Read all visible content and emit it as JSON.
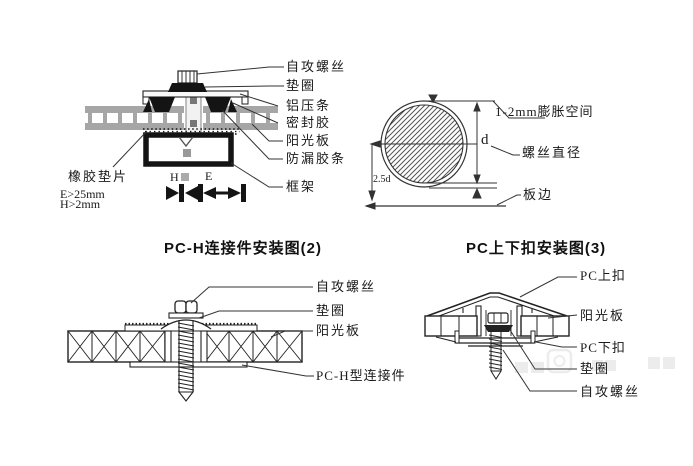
{
  "d1": {
    "right_labels": [
      "自攻螺丝",
      "垫圈",
      "铝压条",
      "密封胶",
      "阳光板",
      "防漏胶条",
      "框架"
    ],
    "gasket_label": "橡胶垫片",
    "gasket_note1": "E>25mm",
    "gasket_note2": "H>2mm",
    "dim_h": "H",
    "dim_e": "E"
  },
  "d2": {
    "expansion_label": "1-2mm膨胀空间",
    "diameter_symbol": "d",
    "screw_diameter_label": "螺丝直径",
    "edge_distance_label": "2.5d",
    "board_edge_label": "板边"
  },
  "d3": {
    "title": "PC-H连接件安装图(2)",
    "labels": [
      "自攻螺丝",
      "垫圈",
      "阳光板",
      "PC-H型连接件"
    ]
  },
  "d4": {
    "title": "PC上下扣安装图(3)",
    "labels": [
      "PC上扣",
      "阳光板",
      "PC下扣",
      "垫圈",
      "自攻螺丝"
    ]
  },
  "colors": {
    "line": "#2a2a2a",
    "panel_gray": "#a6a6a6",
    "solid_black": "#141414"
  }
}
